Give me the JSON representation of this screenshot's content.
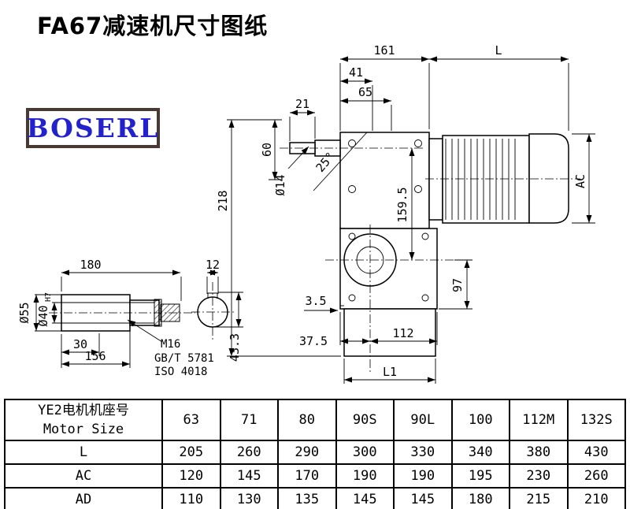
{
  "page": {
    "title": "FA67减速机尺寸图纸"
  },
  "logo": {
    "text": "BOSERL"
  },
  "drawing": {
    "dims": {
      "top_width": "161",
      "motor_length": "L",
      "d41": "41",
      "d65": "65",
      "d21": "21",
      "d60": "60",
      "shaft_dia": "Ø14",
      "angle": "25°",
      "height": "218",
      "center_dist": "159.5",
      "motor_ac": "AC",
      "d97": "97",
      "d3_5": "3.5",
      "d37_5": "37.5",
      "d112": "112",
      "bottom_length": "L1"
    },
    "shaft": {
      "total_len": "180",
      "key_w": "12",
      "outer_dia": "Ø55",
      "bore_dia": "Ø40",
      "bore_tol": "H7",
      "d30": "30",
      "d156": "156",
      "bolt": "M16",
      "std1": "GB/T 5781",
      "std2": "ISO 4018",
      "key_depth": "43.3"
    }
  },
  "table": {
    "header_cn": "YE2电机机座号",
    "header_en": "Motor Size",
    "sizes": [
      "63",
      "71",
      "80",
      "90S",
      "90L",
      "100",
      "112M",
      "132S"
    ],
    "rows": [
      {
        "label": "L",
        "values": [
          "205",
          "260",
          "290",
          "300",
          "330",
          "340",
          "380",
          "430"
        ]
      },
      {
        "label": "AC",
        "values": [
          "120",
          "145",
          "170",
          "190",
          "190",
          "195",
          "230",
          "260"
        ]
      },
      {
        "label": "AD",
        "values": [
          "110",
          "130",
          "135",
          "145",
          "145",
          "180",
          "215",
          "210"
        ]
      }
    ]
  }
}
